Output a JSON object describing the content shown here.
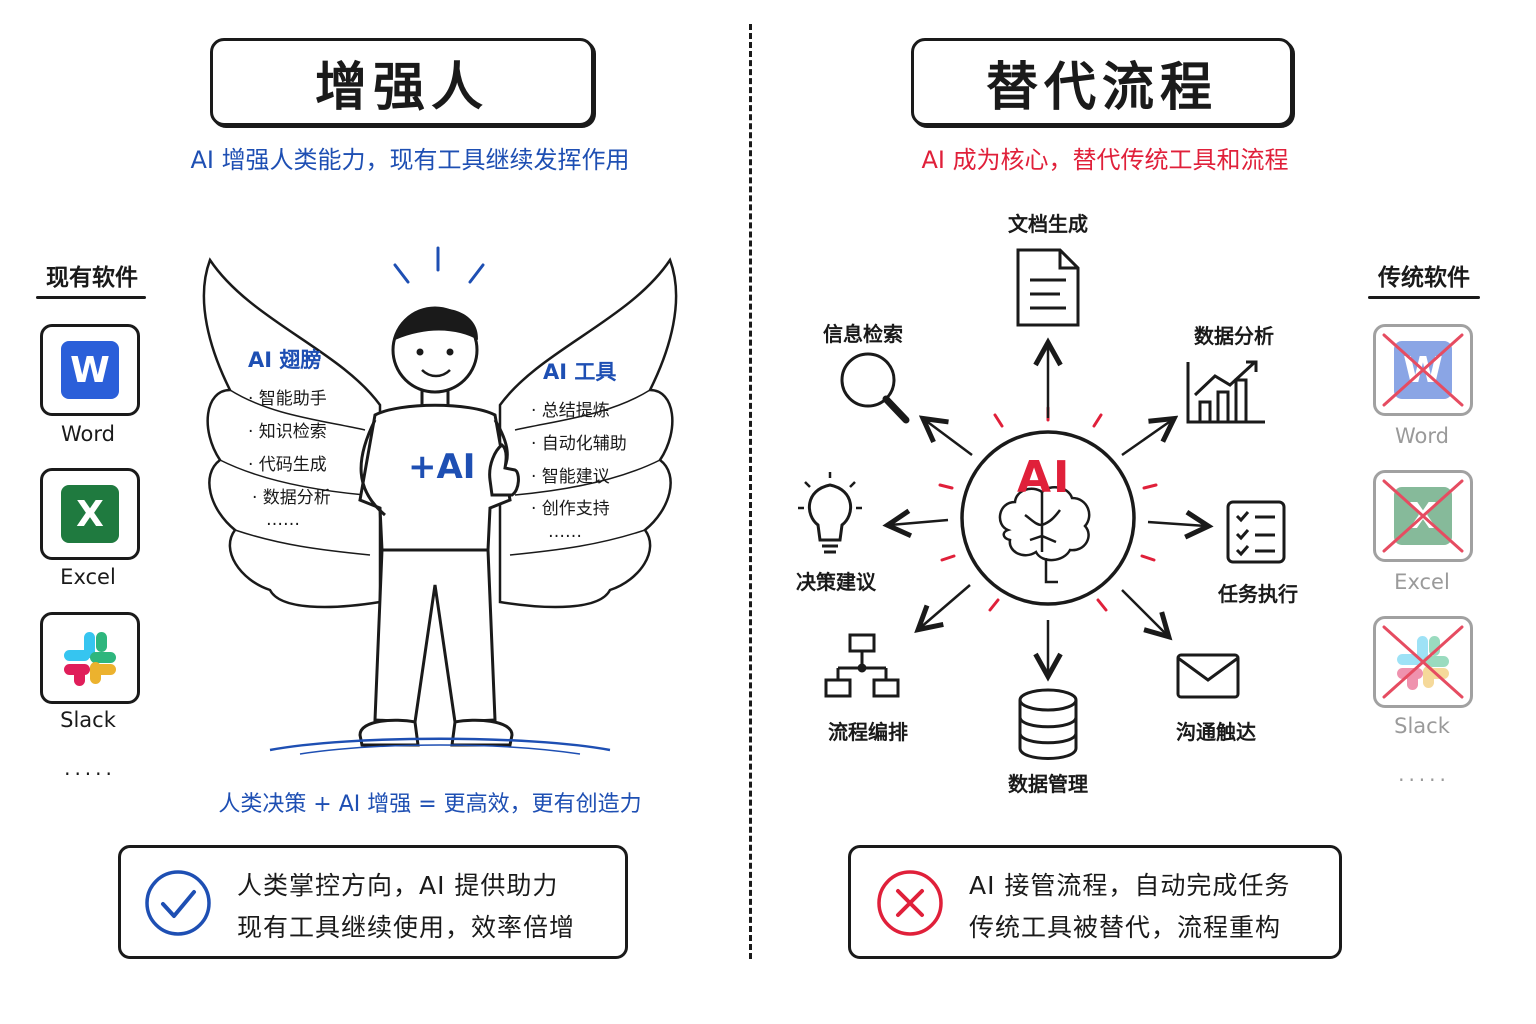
{
  "left": {
    "title": "增强人",
    "subtitle": "AI 增强人类能力，现有工具继续发挥作用",
    "software_heading": "现有软件",
    "apps": [
      {
        "label": "Word",
        "letter": "W",
        "icon": "word-icon",
        "color": "#2b5fd9"
      },
      {
        "label": "Excel",
        "letter": "X",
        "icon": "excel-icon",
        "color": "#1f7a3f"
      },
      {
        "label": "Slack",
        "icon": "slack-icon"
      }
    ],
    "apps_more": ".....",
    "wing_left": {
      "title": "AI 翅膀",
      "items": [
        "· 智能助手",
        "· 知识检索",
        "· 代码生成",
        "· 数据分析",
        "……"
      ]
    },
    "wing_right": {
      "title": "AI 工具",
      "items": [
        "· 总结提炼",
        "· 自动化辅助",
        "· 智能建议",
        "· 创作支持",
        "……"
      ]
    },
    "shirt_text": "+AI",
    "formula": "人类决策 + AI 增强 = 更高效，更有创造力",
    "summary": {
      "icon": "check-circle-icon",
      "line1": "人类掌控方向，AI 提供助力",
      "line2": "现有工具继续使用，效率倍增"
    }
  },
  "right": {
    "title": "替代流程",
    "subtitle": "AI 成为核心，替代传统工具和流程",
    "software_heading": "传统软件",
    "apps": [
      {
        "label": "Word",
        "letter": "W",
        "icon": "word-icon-crossed",
        "color": "#2b5fd9"
      },
      {
        "label": "Excel",
        "letter": "X",
        "icon": "excel-icon-crossed",
        "color": "#1f7a3f"
      },
      {
        "label": "Slack",
        "icon": "slack-icon-crossed"
      }
    ],
    "apps_more": ".....",
    "core_label": "AI",
    "nodes": {
      "doc": "文档生成",
      "search": "信息检索",
      "analysis": "数据分析",
      "decision": "决策建议",
      "task": "任务执行",
      "flow": "流程编排",
      "data": "数据管理",
      "comm": "沟通触达"
    },
    "summary": {
      "icon": "x-circle-icon",
      "line1": "AI 接管流程，自动完成任务",
      "line2": "传统工具被替代，流程重构"
    }
  },
  "colors": {
    "blue": "#1e4fb3",
    "red": "#e0203a",
    "ink": "#1a1a1a"
  }
}
